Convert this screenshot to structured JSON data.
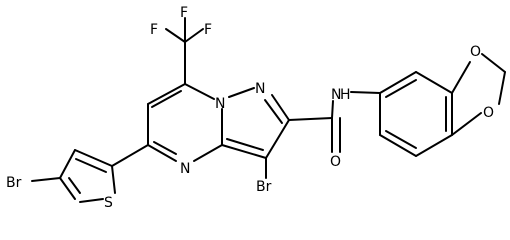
{
  "atoms": {
    "F_top": "F",
    "F_left": "F",
    "F_right": "F",
    "N_bridge": "N",
    "N_pyrazole": "N",
    "N_pyrimidine": "N",
    "NH_amide": "N",
    "H_amide": "H",
    "O_carbonyl": "O",
    "O_dioxole_top": "O",
    "O_dioxole_bottom": "O",
    "Br_pyrazole": "Br",
    "Br_thiophene": "Br",
    "S_thiophene": "S"
  }
}
